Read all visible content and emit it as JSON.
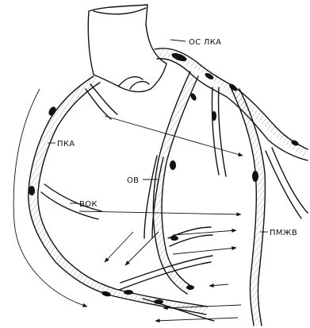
{
  "diagram": {
    "labels": {
      "lca_os": "ОС ЛКА",
      "rca": "ПКА",
      "ov": "ОВ",
      "vok": "ВОК",
      "pmzhv": "ПМЖВ"
    }
  }
}
